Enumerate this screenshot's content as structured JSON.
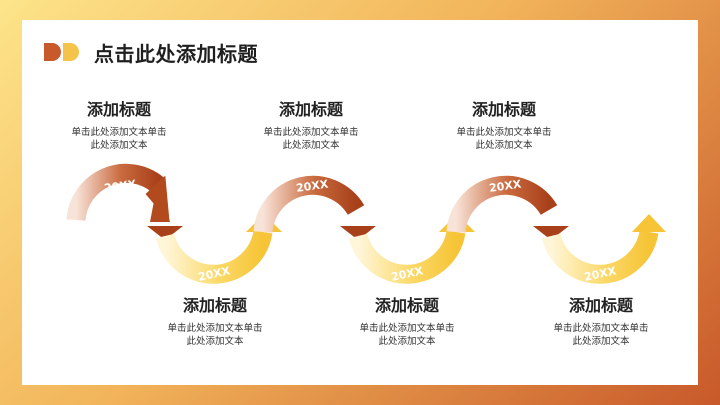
{
  "header": {
    "title": "点击此处添加标题"
  },
  "items": [
    {
      "title": "添加标题",
      "desc": "单击此处添加文本单击\n此处添加文本",
      "year": "20XX"
    },
    {
      "title": "添加标题",
      "desc": "单击此处添加文本单击\n此处添加文本",
      "year": "20XX"
    },
    {
      "title": "添加标题",
      "desc": "单击此处添加文本单击\n此处添加文本",
      "year": "20XX"
    },
    {
      "title": "添加标题",
      "desc": "单击此处添加文本单击\n此处添加文本",
      "year": "20XX"
    },
    {
      "title": "添加标题",
      "desc": "单击此处添加文本单击\n此处添加文本",
      "year": "20XX"
    },
    {
      "title": "添加标题",
      "desc": "单击此处添加文本单击\n此处添加文本",
      "year": "20XX"
    }
  ],
  "colors": {
    "accent_dark": "#b94a20",
    "accent_light": "#fbd24a",
    "bg_start": "#fde48a",
    "bg_end": "#c8592a"
  }
}
